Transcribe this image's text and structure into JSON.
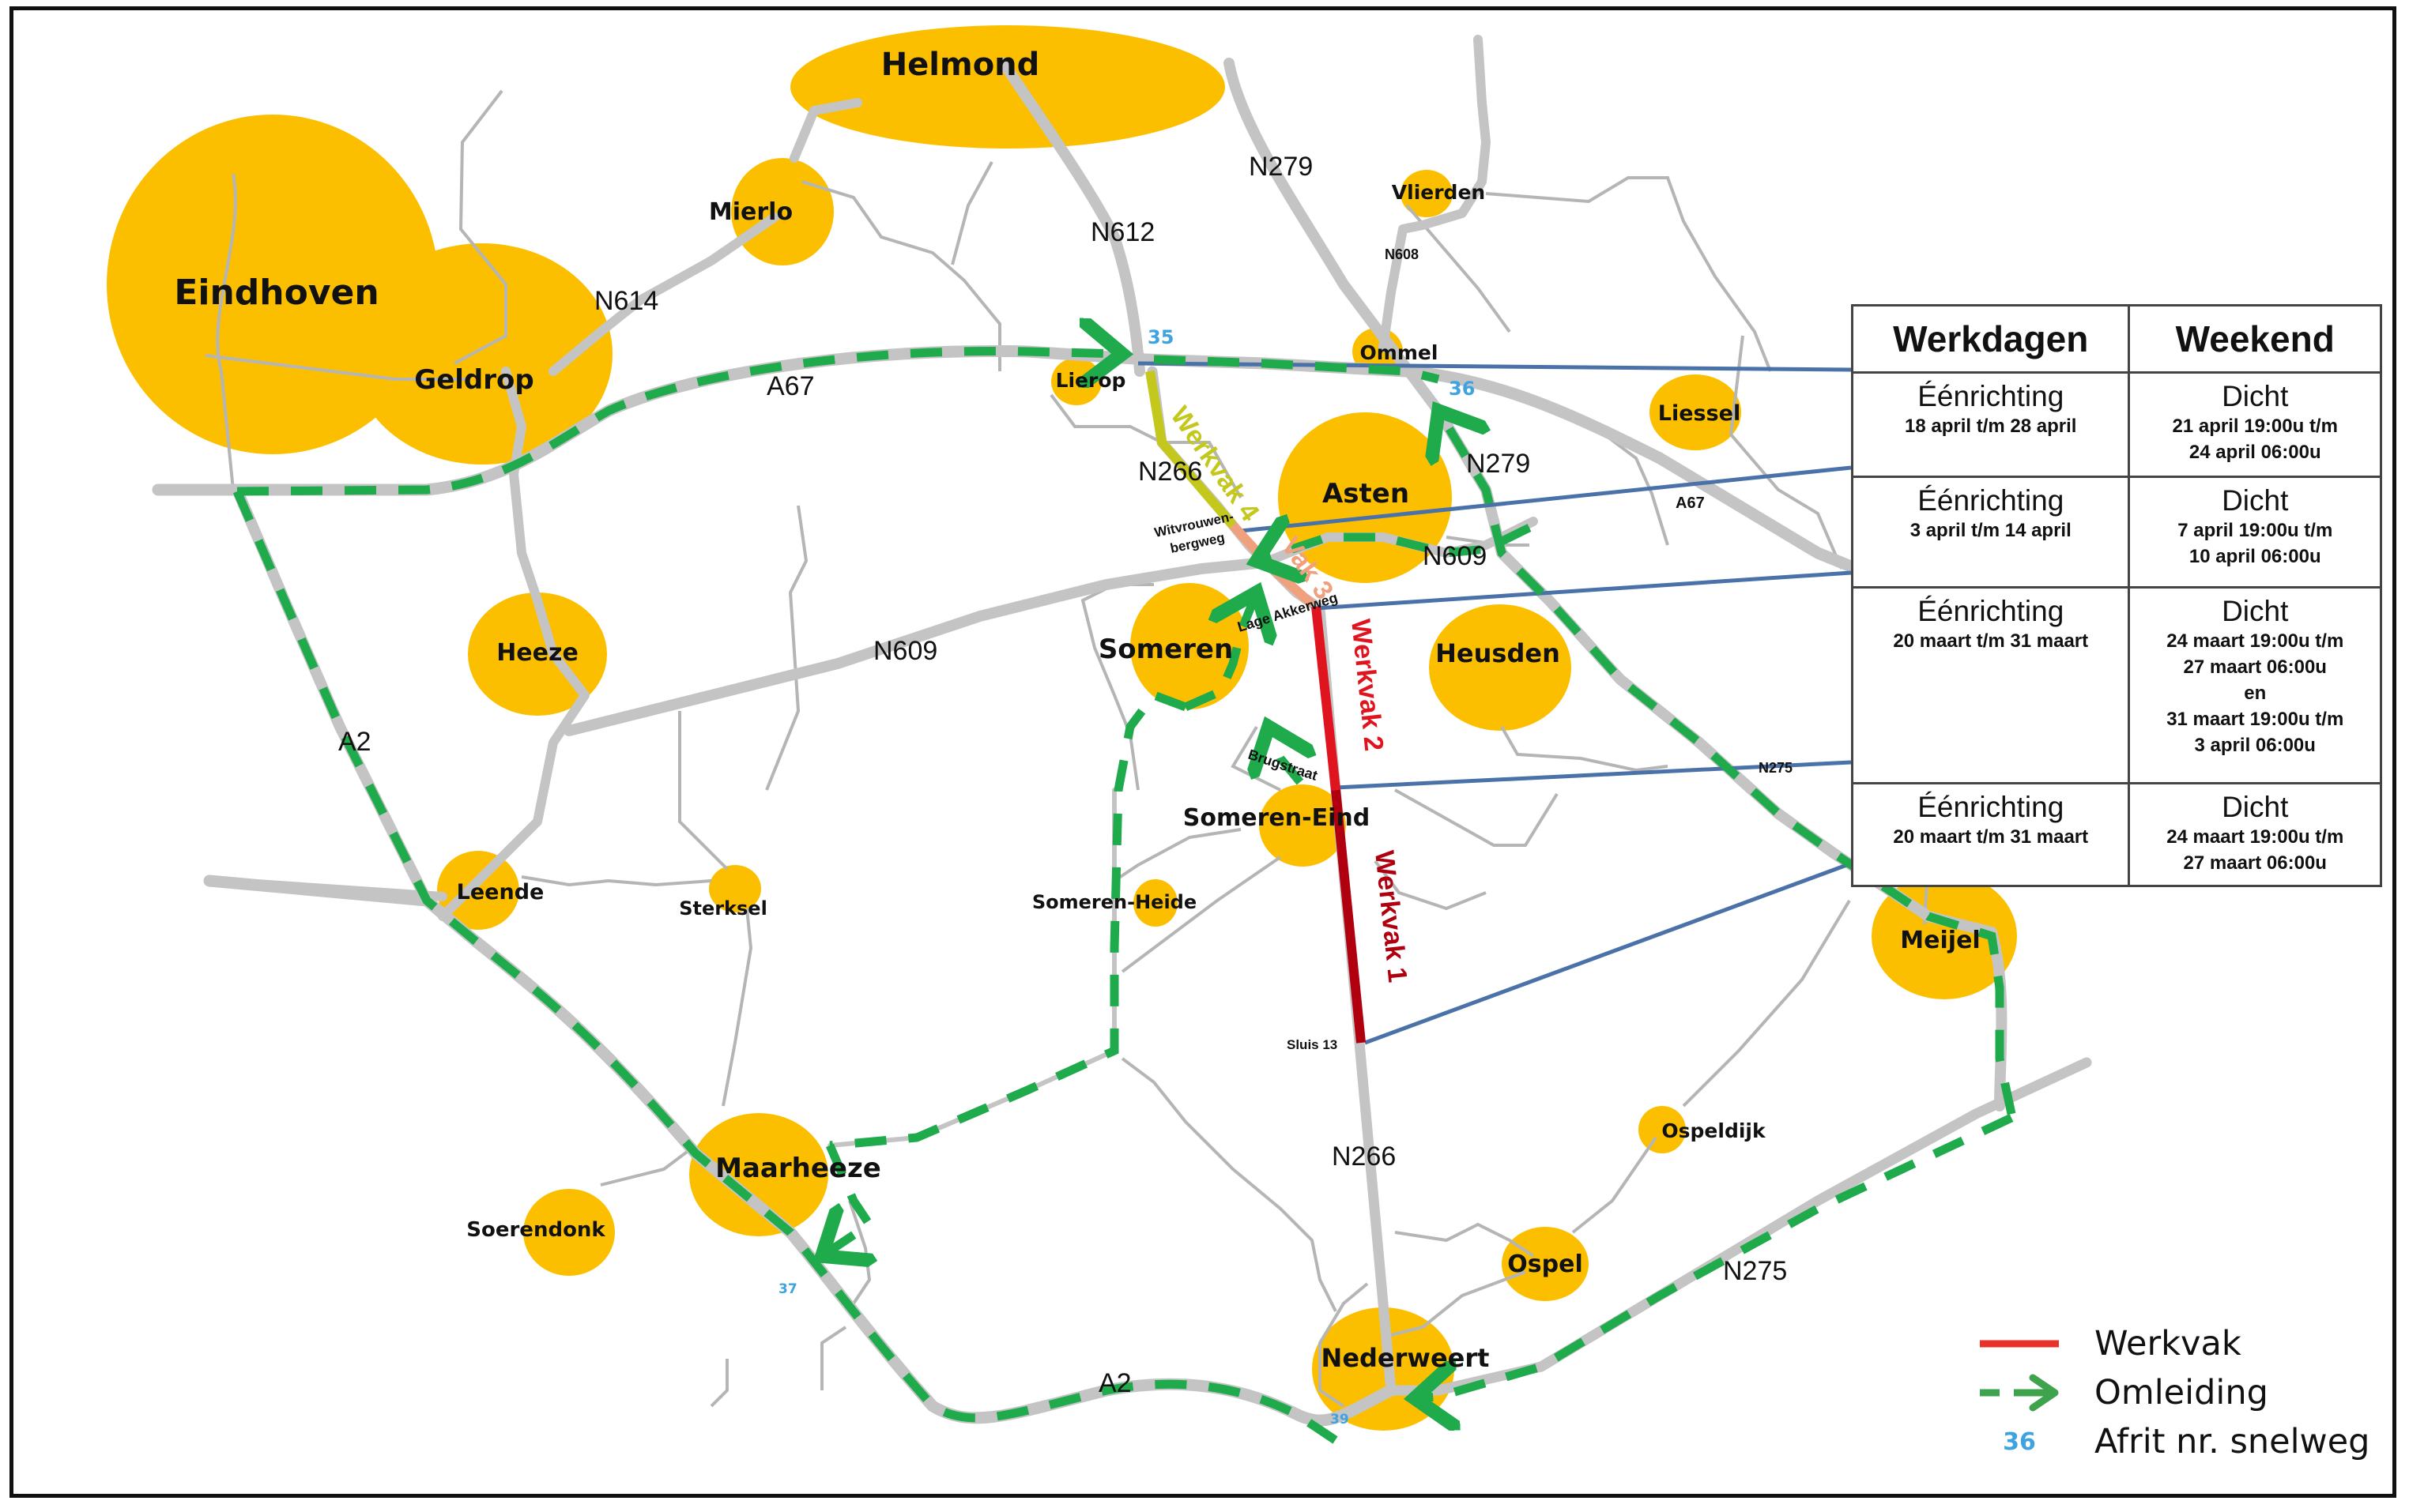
{
  "colors": {
    "town": "#fcbf00",
    "road_major": "#c4c4c4",
    "road_minor": "#b5b5b5",
    "detour": "#1faa4c",
    "werkvak_red": "#e0141e",
    "werkvak_dark_red": "#b0000f",
    "vak3": "#f0a07c",
    "vak4": "#c4c81c",
    "connector": "#4a72a8",
    "exit_number": "#3fa3e0"
  },
  "towns": [
    {
      "name": "Helmond"
    },
    {
      "name": "Eindhoven"
    },
    {
      "name": "Geldrop"
    },
    {
      "name": "Mierlo"
    },
    {
      "name": "Vlierden"
    },
    {
      "name": "Ommel"
    },
    {
      "name": "Lierop"
    },
    {
      "name": "Liessel"
    },
    {
      "name": "Asten"
    },
    {
      "name": "Heeze"
    },
    {
      "name": "Someren"
    },
    {
      "name": "Heusden"
    },
    {
      "name": "Someren-Eind"
    },
    {
      "name": "Leende"
    },
    {
      "name": "Sterksel"
    },
    {
      "name": "Someren-Heide"
    },
    {
      "name": "Meijel"
    },
    {
      "name": "Maarheeze"
    },
    {
      "name": "Soerendonk"
    },
    {
      "name": "Ospeldijk"
    },
    {
      "name": "Ospel"
    },
    {
      "name": "Nederweert"
    }
  ],
  "road_labels": [
    "N279",
    "N612",
    "N614",
    "A67",
    "N266",
    "N279",
    "N609",
    "A67",
    "N609",
    "A2",
    "N266",
    "N275",
    "A2",
    "N608",
    "N275"
  ],
  "street_labels": [
    "Witvrouwen-",
    "bergweg",
    "Lage Akkerweg",
    "Brugstraat",
    "Sluis 13"
  ],
  "exit_numbers": [
    "35",
    "36",
    "37",
    "39"
  ],
  "work_sections": [
    {
      "label": "Werkvak 4"
    },
    {
      "label": "Vak 3"
    },
    {
      "label": "Werkvak 2"
    },
    {
      "label": "Werkvak 1"
    }
  ],
  "schedule": {
    "headers": [
      "Werkdagen",
      "Weekend"
    ],
    "rows": [
      {
        "weekdays_status": "Éénrichting",
        "weekdays_period": "18 april t/m 28 april",
        "weekend_status": "Dicht",
        "weekend_period": [
          "21 april 19:00u t/m",
          "24 april 06:00u"
        ]
      },
      {
        "weekdays_status": "Éénrichting",
        "weekdays_period": "3 april t/m 14 april",
        "weekend_status": "Dicht",
        "weekend_period": [
          "7 april 19:00u t/m",
          "10 april 06:00u"
        ]
      },
      {
        "weekdays_status": "Éénrichting",
        "weekdays_period": "20 maart t/m 31 maart",
        "weekend_status": "Dicht",
        "weekend_period": [
          "24 maart 19:00u t/m",
          "27 maart 06:00u",
          "en",
          "31 maart 19:00u t/m",
          "3 april 06:00u"
        ]
      },
      {
        "weekdays_status": "Éénrichting",
        "weekdays_period": "20 maart  t/m 31 maart",
        "weekend_status": "Dicht",
        "weekend_period": [
          "24 maart 19:00u t/m",
          "27 maart 06:00u"
        ]
      }
    ]
  },
  "legend": {
    "items": [
      {
        "label": "Werkvak"
      },
      {
        "label": "Omleiding"
      },
      {
        "label": "Afrit nr. snelweg",
        "exit_sample": "36"
      }
    ]
  }
}
